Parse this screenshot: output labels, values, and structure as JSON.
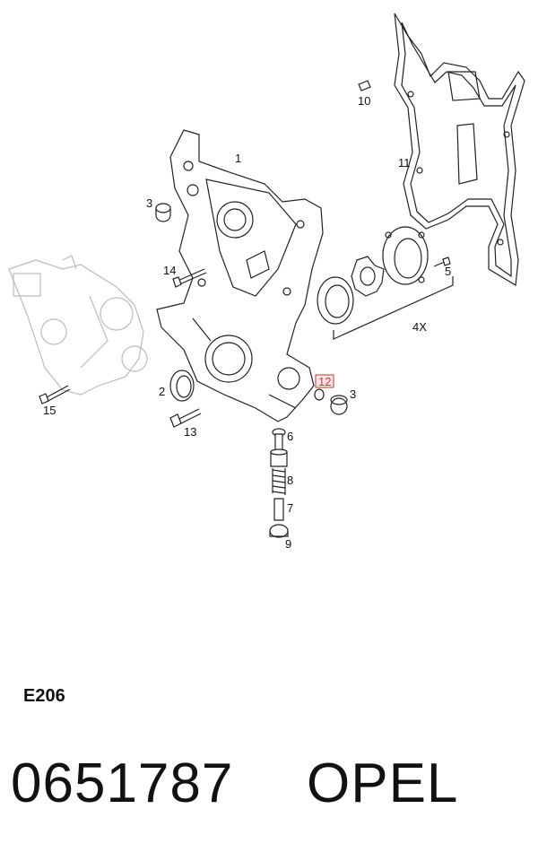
{
  "diagram": {
    "callouts": [
      {
        "id": "c1",
        "text": "1"
      },
      {
        "id": "c2",
        "text": "2"
      },
      {
        "id": "c3a",
        "text": "3"
      },
      {
        "id": "c3b",
        "text": "3"
      },
      {
        "id": "c4",
        "text": "4X"
      },
      {
        "id": "c5",
        "text": "5"
      },
      {
        "id": "c6",
        "text": "6"
      },
      {
        "id": "c7",
        "text": "7"
      },
      {
        "id": "c8",
        "text": "8"
      },
      {
        "id": "c9",
        "text": "9"
      },
      {
        "id": "c10",
        "text": "10"
      },
      {
        "id": "c11",
        "text": "11"
      },
      {
        "id": "c12",
        "text": "12"
      },
      {
        "id": "c13",
        "text": "13"
      },
      {
        "id": "c14",
        "text": "14"
      },
      {
        "id": "c15",
        "text": "15"
      }
    ],
    "highlight_color": "#c0392b"
  },
  "footer": {
    "section_code": "E206",
    "part_number": "0651787",
    "brand": "OPEL"
  }
}
